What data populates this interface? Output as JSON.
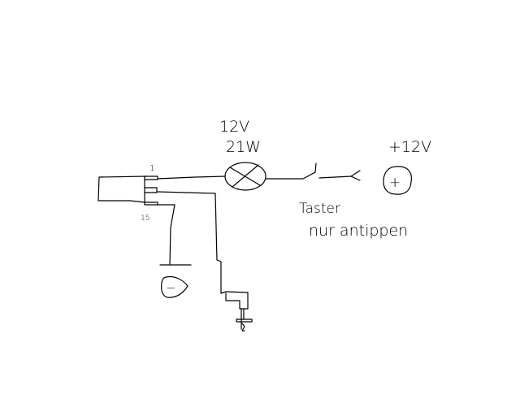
{
  "diagram": {
    "lamp_voltage": "12V",
    "lamp_power": "21W",
    "supply_label": "+12V",
    "pin_1_label": "1",
    "pin_15_label": "15",
    "switch_label": "Taster",
    "switch_note": "nur antippen",
    "ground_symbol": "−",
    "positive_symbol": "+"
  }
}
